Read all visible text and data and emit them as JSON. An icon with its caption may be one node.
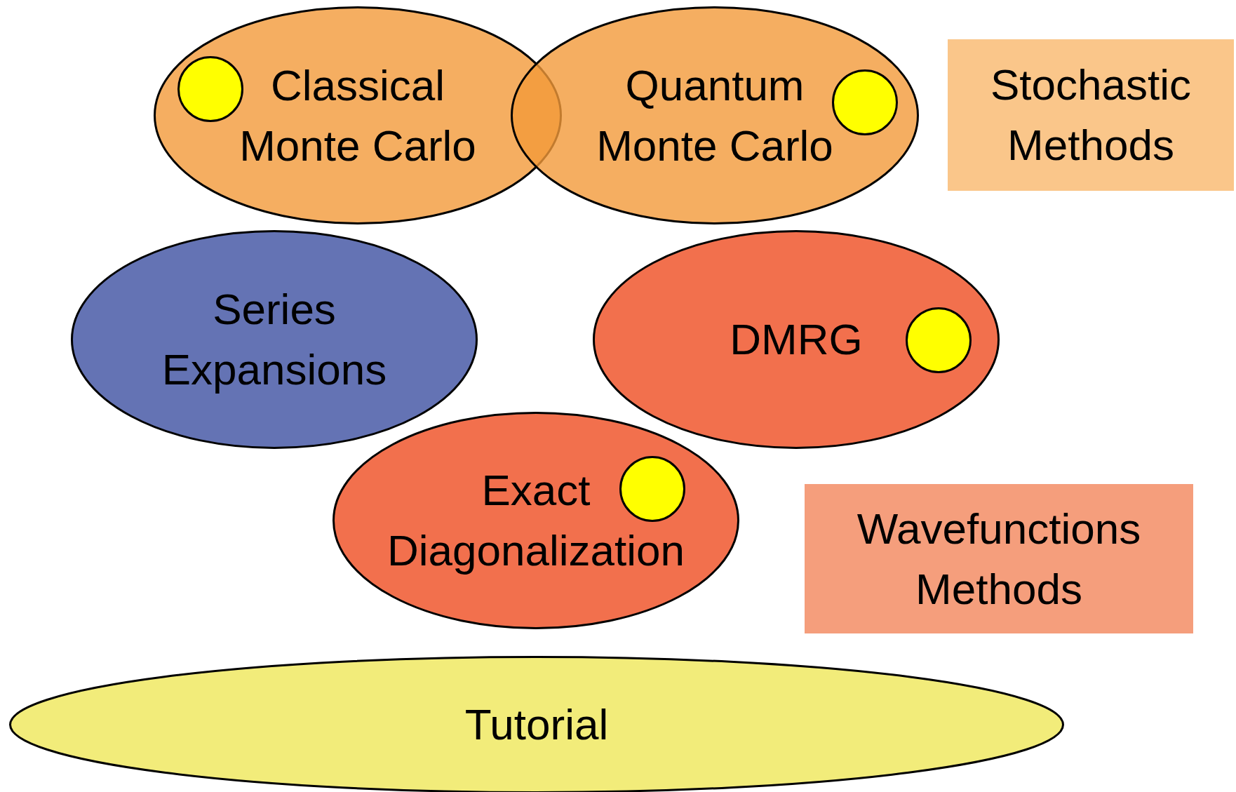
{
  "diagram": {
    "nodes": [
      {
        "text": [
          "Classical Monte Carlo"
        ]
      },
      {
        "text": [],
        "shape": "circle",
        "in": 0
      },
      {
        "text": [
          "Quantum Monte Carlo"
        ]
      },
      {
        "text": [],
        "shape": "circle",
        "in": 2
      },
      {
        "text": [
          "Stochastic Methods"
        ]
      },
      {
        "text": [
          "Series Expansions"
        ]
      },
      {
        "text": [
          "DMRG"
        ]
      },
      {
        "text": [],
        "shape": "circle",
        "in": 6
      },
      {
        "text": [
          "Exact Diagonalization"
        ]
      },
      {
        "text": [],
        "shape": "circle",
        "in": 8
      },
      {
        "text": [
          "Wavefunctions Methods"
        ]
      },
      {
        "text": [
          "Tutorial"
        ]
      }
    ],
    "edges": []
  }
}
